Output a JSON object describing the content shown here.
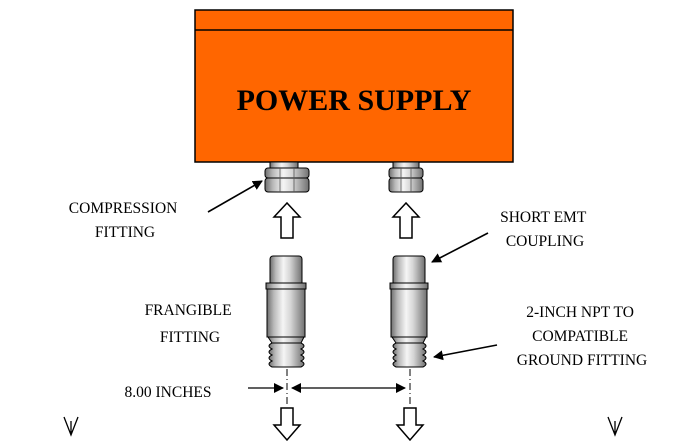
{
  "power_supply": {
    "label": "POWER SUPPLY",
    "fill_color": "#ff6600",
    "border_color": "#000000"
  },
  "labels": {
    "compression_fitting": [
      "COMPRESSION",
      "FITTING"
    ],
    "short_emt_coupling": [
      "SHORT EMT",
      "COUPLING"
    ],
    "frangible_fitting": [
      "FRANGIBLE",
      "FITTING"
    ],
    "npt_ground_fitting": [
      "2-INCH NPT TO",
      "COMPATIBLE",
      "GROUND FITTING"
    ],
    "spacing": "8.00 INCHES"
  },
  "colors": {
    "metal_light": "#f2f2f2",
    "metal_mid": "#b5b5b5",
    "metal_dark": "#6e6e6e",
    "line": "#000000"
  }
}
